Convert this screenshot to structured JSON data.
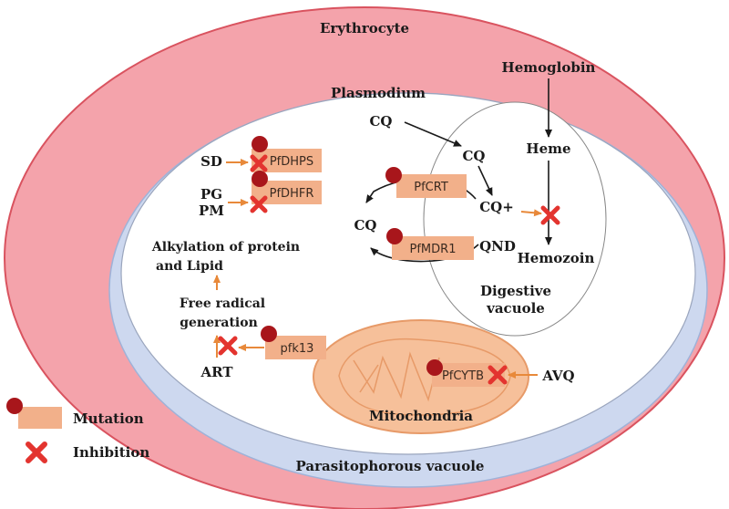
{
  "labels": {
    "erythrocyte": "Erythrocyte",
    "plasmodium": "Plasmodium",
    "parasitophorous_vacuole": "Parasitophorous vacuole",
    "mitochondria": "Mitochondria",
    "digestive_vacuole_1": "Digestive",
    "digestive_vacuole_2": "vacuole",
    "hemoglobin": "Hemoglobin",
    "heme": "Heme",
    "hemozoin": "Hemozoin",
    "cq_top": "CQ",
    "cq_inner": "CQ",
    "cq_plus": "CQ+",
    "cq_left": "CQ",
    "qnd": "QND",
    "sd": "SD",
    "pg": "PG",
    "pm": "PM",
    "alkylation_1": "Alkylation of protein",
    "alkylation_2": "and Lipid",
    "free_radical_1": "Free radical",
    "free_radical_2": "generation",
    "art": "ART",
    "avq": "AVQ"
  },
  "proteins": {
    "pfdhps": "PfDHPS",
    "pfdhfr": "PfDHFR",
    "pfcrt": "PfCRT",
    "pfmdr1": "PfMDR1",
    "pfk13": "pfk13",
    "pfcytb": "PfCYTB"
  },
  "legend": {
    "mutation": "Mutation",
    "inhibition": "Inhibition"
  },
  "colors": {
    "erythrocyte_fill": "#f4a3ab",
    "erythrocyte_stroke": "#d9535f",
    "pv_fill": "#cdd8ef",
    "plasmodium_fill": "#ffffff",
    "mito_fill": "#f6c09a",
    "mito_stroke": "#e79a68",
    "box_fill": "#f2b08a",
    "mutation_dot": "#a8161b",
    "inhibition_x": "#e3342f",
    "orange_arrow": "#e8893a",
    "black_arrow": "#1a1a1a"
  }
}
